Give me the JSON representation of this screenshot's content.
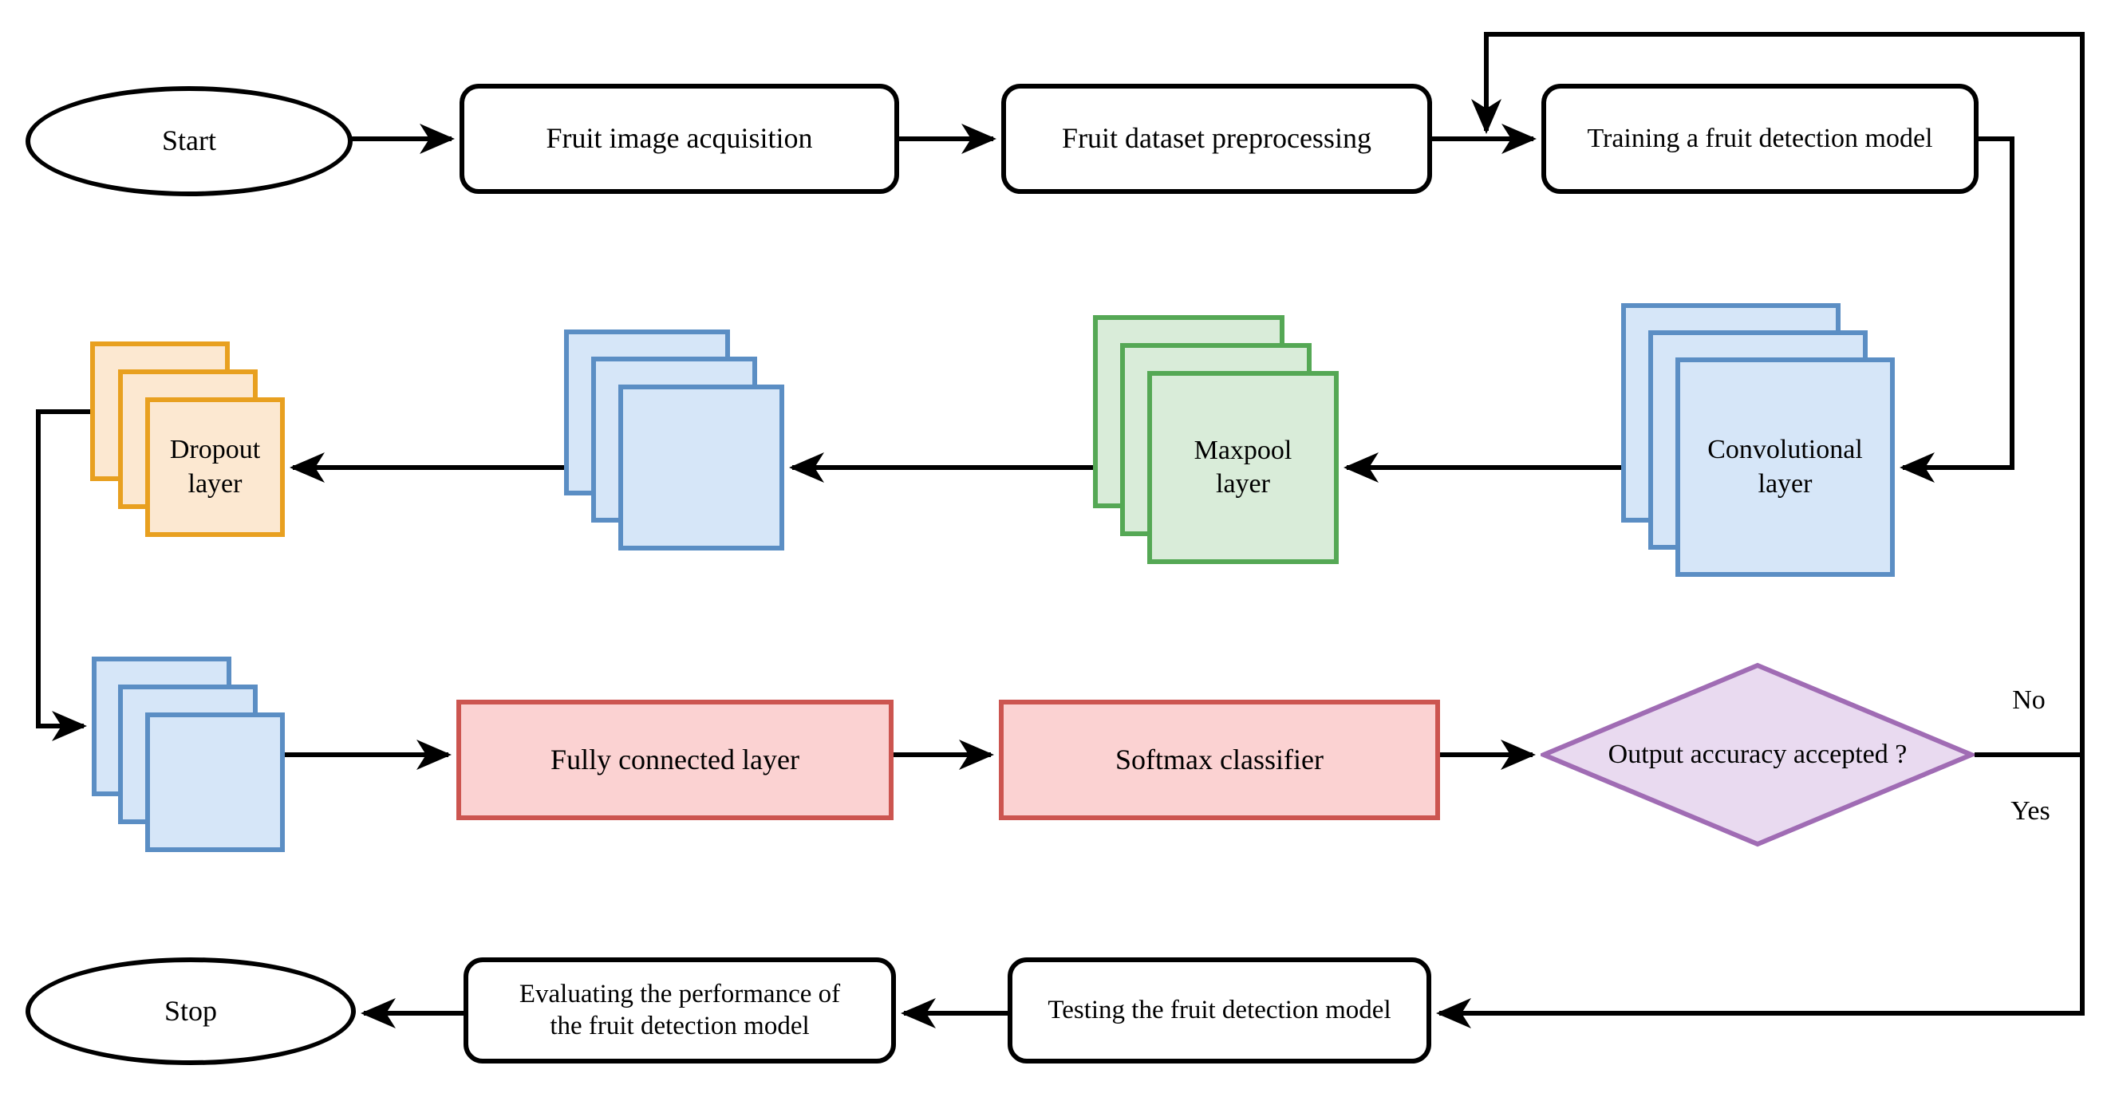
{
  "diagram": {
    "type": "flowchart",
    "subject": "CNN-based fruit detection model workflow",
    "nodes": {
      "start": {
        "label": "Start",
        "shape": "ellipse"
      },
      "acquisition": {
        "label": "Fruit image acquisition",
        "shape": "rounded-rect"
      },
      "preprocessing": {
        "label": "Fruit dataset preprocessing",
        "shape": "rounded-rect"
      },
      "training": {
        "label": "Training a fruit detection model",
        "shape": "rounded-rect"
      },
      "conv": {
        "label": "Convolutional\nlayer",
        "shape": "stacked-squares",
        "color": "blue"
      },
      "maxpool": {
        "label": "Maxpool\nlayer",
        "shape": "stacked-squares",
        "color": "green"
      },
      "featuremaps": {
        "label": "",
        "shape": "stacked-squares",
        "color": "blue"
      },
      "dropout": {
        "label": "Dropout\nlayer",
        "shape": "stacked-squares",
        "color": "orange"
      },
      "flattened": {
        "label": "",
        "shape": "stacked-squares",
        "color": "blue"
      },
      "fc": {
        "label": "Fully connected layer",
        "shape": "rect",
        "color": "red"
      },
      "softmax": {
        "label": "Softmax classifier",
        "shape": "rect",
        "color": "red"
      },
      "decision": {
        "label": "Output accuracy accepted ?",
        "shape": "diamond",
        "color": "purple"
      },
      "testing": {
        "label": "Testing the fruit detection model",
        "shape": "rounded-rect"
      },
      "evaluating": {
        "label": "Evaluating the performance of\nthe fruit detection model",
        "shape": "rounded-rect"
      },
      "stop": {
        "label": "Stop",
        "shape": "ellipse"
      }
    },
    "edge_labels": {
      "no": "No",
      "yes": "Yes"
    },
    "colors": {
      "blue_fill": "#d6e6f8",
      "blue_border": "#5b8ec4",
      "green_fill": "#d9ecd9",
      "green_border": "#55a855",
      "orange_fill": "#fce8d1",
      "orange_border": "#e8a020",
      "red_fill": "#fbd2d2",
      "red_border": "#cc5550",
      "purple_fill": "#e9daf0",
      "purple_border": "#a06cb4",
      "line": "#000000"
    }
  }
}
